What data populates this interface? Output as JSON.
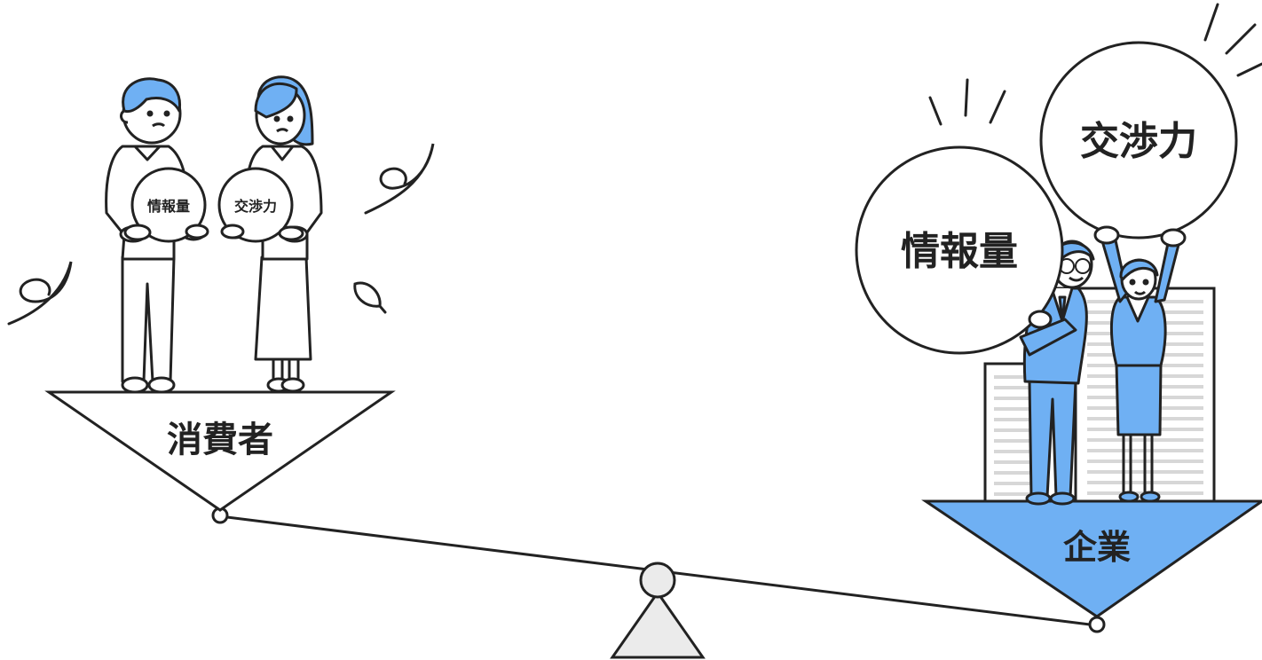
{
  "colors": {
    "line": "#222222",
    "accent_blue": "#6fb0f3",
    "light_fill": "#ebebeb",
    "building_gray": "#d7d7d7"
  },
  "consumer": {
    "label": "消費者",
    "ball_left": "情報量",
    "ball_right": "交渉力"
  },
  "company": {
    "label": "企業",
    "ball_left": "情報量",
    "ball_right": "交渉力"
  },
  "scale": {
    "tilt": "right side down"
  }
}
